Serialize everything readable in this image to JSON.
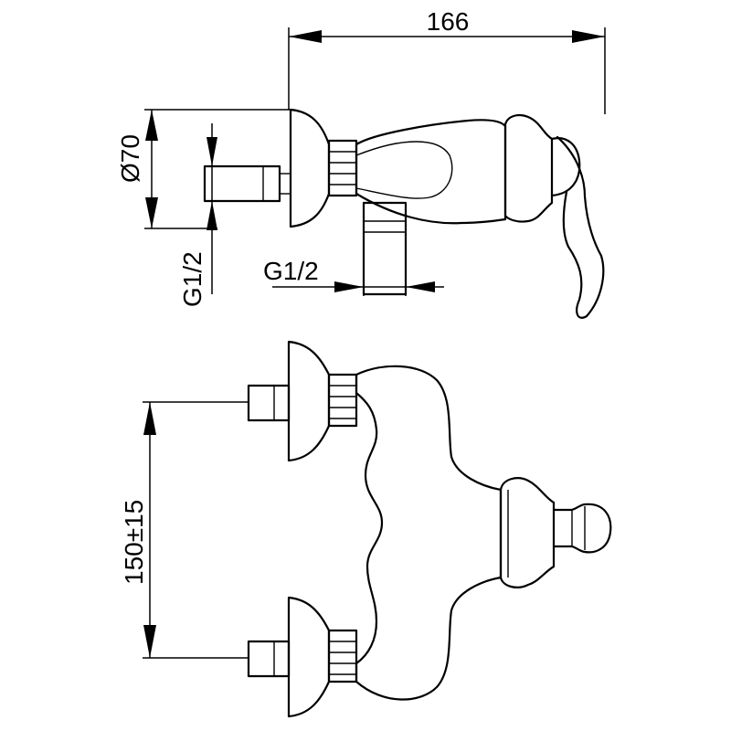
{
  "dimensions": {
    "width_total": "166",
    "diameter": "Ø70",
    "thread_side": "G1/2",
    "thread_bottom": "G1/2",
    "spacing": "150±15"
  }
}
